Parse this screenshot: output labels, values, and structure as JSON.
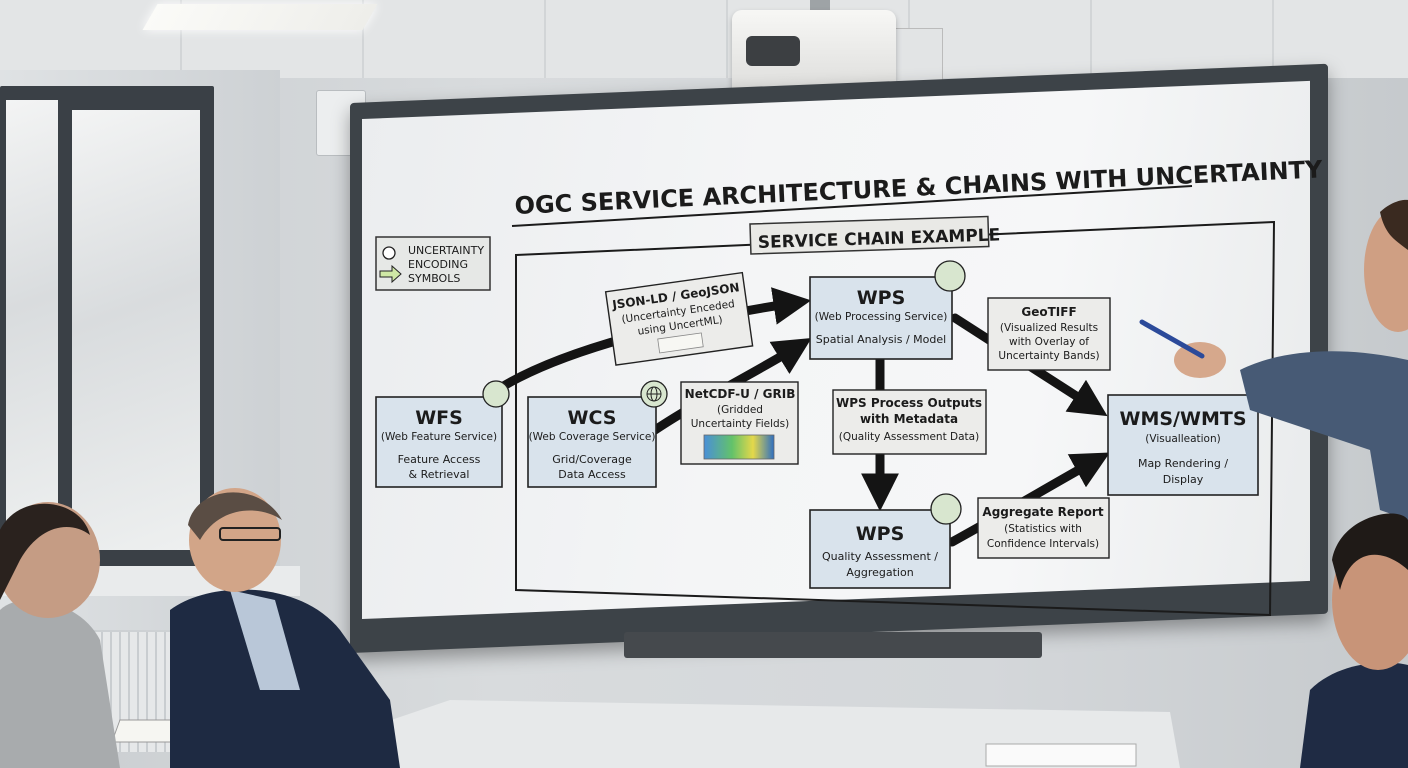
{
  "diagram": {
    "title": "OGC SERVICE ARCHITECTURE & CHAINS WITH UNCERTAINTY",
    "chain_label": "SERVICE CHAIN EXAMPLE",
    "legend": {
      "lines": [
        "UNCERTAINTY",
        "ENCODING",
        "SYMBOLS"
      ]
    },
    "nodes": {
      "wfs": {
        "title": "WFS",
        "lines": [
          "(Web Feature Service)",
          "Feature Access",
          "& Retrieval"
        ]
      },
      "wcs": {
        "title": "WCS",
        "lines": [
          "(Web Coverage Service)",
          "Grid/Coverage",
          "Data Access"
        ]
      },
      "wps_top": {
        "title": "WPS",
        "lines": [
          "(Web Processing Service)",
          "Spatial Analysis / Model"
        ]
      },
      "wps_bottom": {
        "title": "WPS",
        "lines": [
          "Quality Assessment /",
          "Aggregation"
        ]
      },
      "wms": {
        "title": "WMS/WMTS",
        "lines": [
          "(Visualleation)",
          "Map Rendering /",
          "Display"
        ]
      }
    },
    "notes": {
      "jsonld": [
        "JSON-LD / GeoJSON",
        "(Uncertainty Enceded",
        "using UncertML)"
      ],
      "netcdf": [
        "NetCDF-U / GRIB",
        "(Gridded",
        "Uncertainty Fields)"
      ],
      "geotiff": [
        "GeoTIFF",
        "(Visualized Results",
        "with Overlay of",
        "Uncertainty Bands)"
      ],
      "process": [
        "WPS Process Outputs",
        "with Metadata",
        "(Quality Assessment Data)"
      ],
      "report": [
        "Aggregate Report",
        "(Statistics with",
        "Confidence Intervals)"
      ]
    },
    "colors": {
      "node_fill": "#d9e3ec",
      "note_fill": "#ececea",
      "ink": "#151515",
      "badge": "#d8e6cf"
    }
  }
}
